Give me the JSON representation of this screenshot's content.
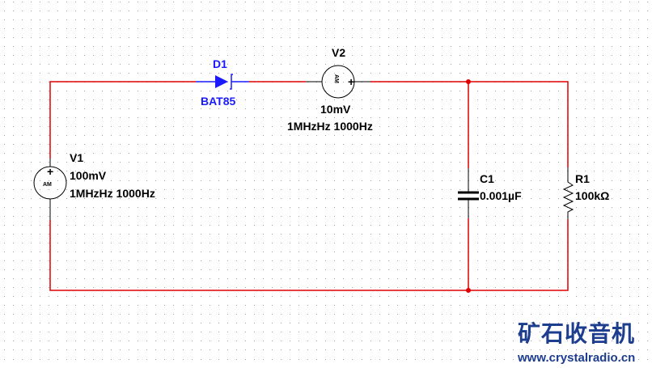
{
  "schematic": {
    "colors": {
      "wire": "#e00000",
      "component": "#000000",
      "diode": "#1a1aff",
      "grid_dot": "#a0a0a0",
      "watermark": "#1d3d8f",
      "background": "#ffffff"
    },
    "components": {
      "V1": {
        "ref": "V1",
        "type": "AM voltage source",
        "symbol_text": "AM",
        "amplitude": "100mV",
        "frequencies": "1MHzHz 1000Hz",
        "plus_sign": "+"
      },
      "V2": {
        "ref": "V2",
        "type": "AM voltage source",
        "symbol_text": "AM",
        "amplitude": "10mV",
        "frequencies": "1MHzHz 1000Hz",
        "plus_sign": "+"
      },
      "D1": {
        "ref": "D1",
        "type": "Schottky diode",
        "model": "BAT85"
      },
      "C1": {
        "ref": "C1",
        "type": "capacitor",
        "value": "0.001µF"
      },
      "R1": {
        "ref": "R1",
        "type": "resistor",
        "value": "100kΩ"
      }
    },
    "junctions": [
      "top-node",
      "bottom-node"
    ]
  },
  "watermark": {
    "title": "矿石收音机",
    "url": "www.crystalradio.cn"
  }
}
